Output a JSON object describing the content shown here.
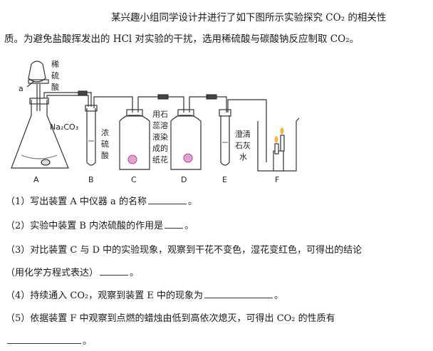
{
  "intro": {
    "line1": "某兴趣小组同学设计并进行了如下图所示实验探究 CO₂ 的相关性",
    "line2": "质。为避免盐酸挥发出的 HCl 对实验的干扰，选用稀硫酸与碳酸钠反应制取 CO₂。"
  },
  "figure": {
    "label_a": "a",
    "funnel_label": [
      "稀",
      "硫",
      "酸"
    ],
    "flask_label": "Na₂CO₃",
    "b_label": [
      "浓",
      "硫",
      "酸"
    ],
    "cd_label": [
      "用石",
      "蕊溶",
      "液染",
      "成的",
      "纸花"
    ],
    "e_label": [
      "澄清",
      "石灰",
      "水"
    ],
    "letters": [
      "A",
      "B",
      "C",
      "D",
      "E",
      "F"
    ]
  },
  "questions": [
    {
      "prefix": "（1）写出装置 A 中仪器 a 的名称",
      "suffix": "。"
    },
    {
      "prefix": "（2）实验中装置 B 内浓硫酸的作用是",
      "suffix": "。"
    },
    {
      "prefix": "（3）对比装置 C 与 D 中的实验现象，观察到干花不变色，湿花变红色，可得出的结论",
      "suffix": ""
    },
    {
      "prefix": "（用化学方程式表达）",
      "suffix": "。"
    },
    {
      "prefix": "（4）持续通入 CO₂，观察到装置 E 中的现象为",
      "suffix": "。"
    },
    {
      "prefix": "（5）依据装置 F 中观察到点燃的蜡烛由低到高依次熄灭，可得出 CO₂ 的性质有",
      "suffix": ""
    },
    {
      "prefix": "",
      "suffix": "。"
    }
  ]
}
